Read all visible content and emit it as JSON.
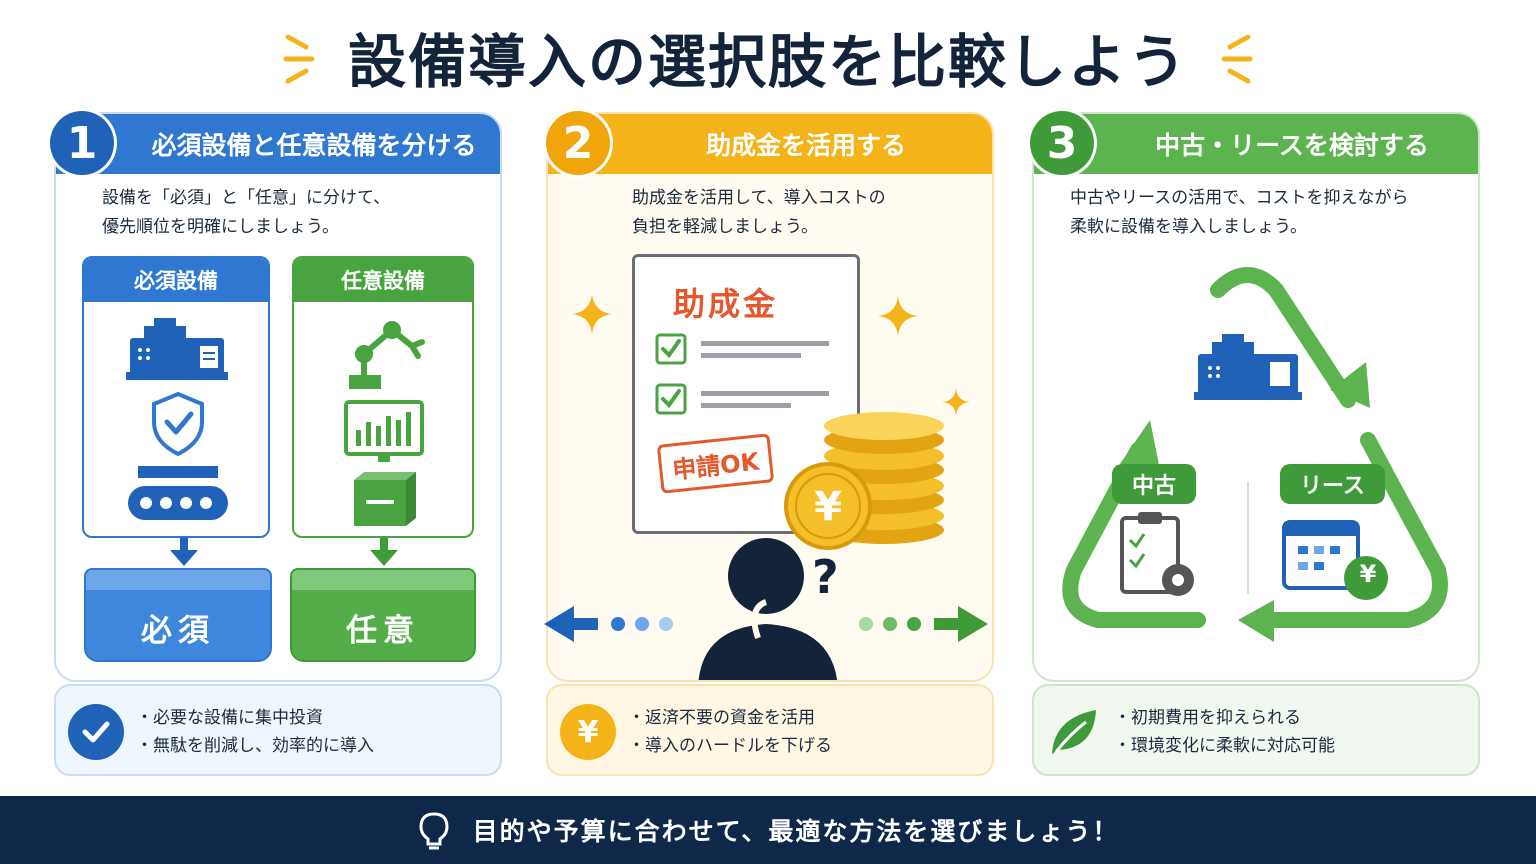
{
  "title": "設備導入の選択肢を比較しよう",
  "cards": [
    {
      "number": "1",
      "heading": "必須設備と任意設備を分ける",
      "desc": [
        "設備を「必須」と「任意」に分けて、",
        "優先順位を明確にしましょう。"
      ],
      "required_label": "必須設備",
      "optional_label": "任意設備",
      "required_bin": "必須",
      "optional_bin": "任意",
      "benefits": [
        "・必要な設備に集中投資",
        "・無駄を削減し、効率的に導入"
      ]
    },
    {
      "number": "2",
      "heading": "助成金を活用する",
      "desc": [
        "助成金を活用して、導入コストの",
        "負担を軽減しましょう。"
      ],
      "doc_title": "助成金",
      "stamp": "申請OK",
      "coin_symbol": "¥",
      "question": "?",
      "benefit_icon": "¥",
      "benefits": [
        "・返済不要の資金を活用",
        "・導入のハードルを下げる"
      ]
    },
    {
      "number": "3",
      "heading": "中古・リースを検討する",
      "desc": [
        "中古やリースの活用で、コストを抑えながら",
        "柔軟に設備を導入しましょう。"
      ],
      "used_label": "中古",
      "lease_label": "リース",
      "coin_symbol": "¥",
      "benefits": [
        "・初期費用を抑えられる",
        "・環境変化に柔軟に対応可能"
      ]
    }
  ],
  "footer": "目的や予算に合わせて、最適な方法を選びましょう！",
  "colors": {
    "blue": "#2f77d0",
    "yellow": "#f5b31a",
    "green": "#5cb34f",
    "navy": "#0f2748",
    "orange": "#e5572d"
  }
}
